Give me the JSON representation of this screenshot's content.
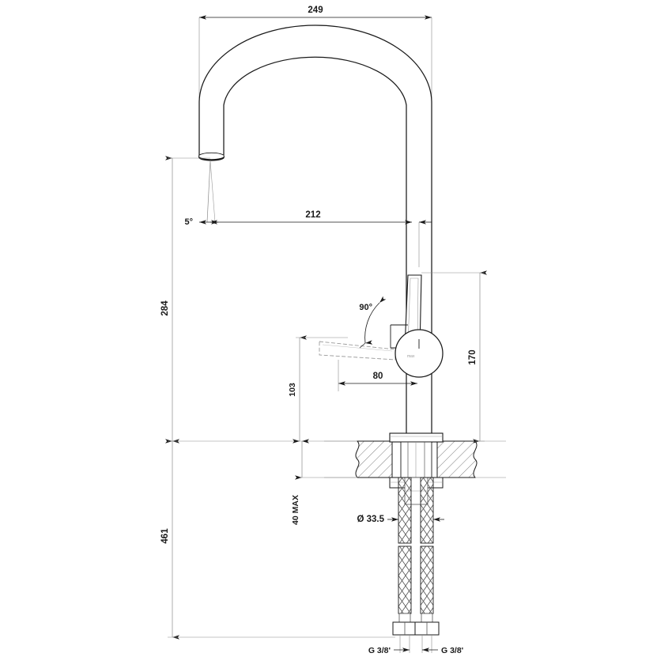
{
  "drawing": {
    "title": "Kitchen mixer tap dimensional drawing",
    "units": "mm",
    "view": "front elevation / section"
  },
  "dimensions": {
    "spout_reach_total": "249",
    "spout_reach_center": "212",
    "spout_height": "284",
    "overall_height": "461",
    "handle_height": "170",
    "lever_height": "103",
    "lever_reach": "80",
    "max_counter_thickness": "40 MAX",
    "hole_diameter": "Ø 33.5",
    "spout_angle": "5°",
    "lever_angle": "90°",
    "inlet_left": "G 3/8'",
    "inlet_right": "G 3/8'"
  },
  "colors": {
    "line": "#1a1a1a",
    "thin_line": "#555555",
    "dim_line": "#8a8a8a",
    "hatch": "#6e6e6e",
    "background": "#ffffff"
  },
  "labels": {
    "top_width": "249",
    "mid_reach": "212",
    "left_upper": "284",
    "left_lower": "461",
    "right_handle": "170",
    "lever_vertical": "103",
    "lever_horizontal": "80",
    "counter_max": "40 MAX",
    "bore_diameter": "Ø 33.5",
    "angle_spout": "5°",
    "angle_lever": "90°",
    "thread_left": "G 3/8'",
    "thread_right": "G 3/8'"
  }
}
